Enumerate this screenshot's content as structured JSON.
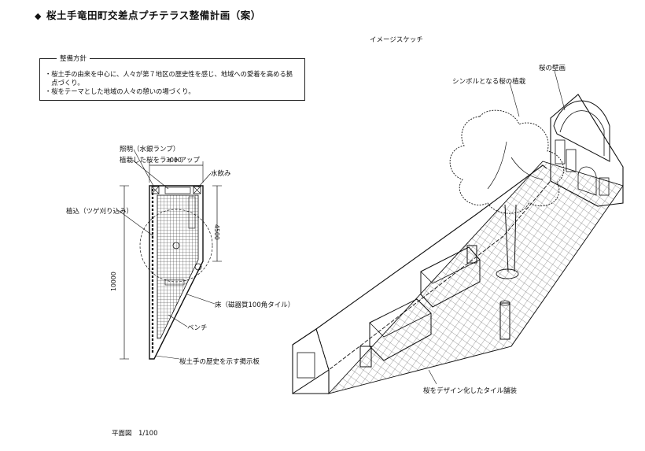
{
  "title": "桜土手竜田町交差点プチテラス整備計画（案）",
  "title_bullet": "◆",
  "policy": {
    "heading": "整備方針",
    "lines": [
      "・桜土手の由来を中心に、人々が第７地区の歴史性を感じ、地域への愛着を高める拠",
      "　点づくり。",
      "・桜をテーマとした地域の人々の憩いの場づくり。"
    ]
  },
  "plan": {
    "label_lighting": "照明（水銀ランプ）",
    "label_lightup": "植栽した桜をライトアップ",
    "dim_width": "3000",
    "label_fountain": "水飲み",
    "label_hedge": "植込（ツゲ刈り込み）",
    "dim_4500": "4500",
    "dim_10000": "10000",
    "label_floor": "床（磁器質100角タイル）",
    "label_bench": "ベンチ",
    "label_board": "桜土手の歴史を示す掲示板",
    "caption": "平面図　1/100"
  },
  "sketch": {
    "title": "イメージスケッチ",
    "label_wall": "桜の壁画",
    "label_tree": "シンボルとなる桜の植栽",
    "label_tile": "桜をデザイン化したタイル舗装"
  }
}
